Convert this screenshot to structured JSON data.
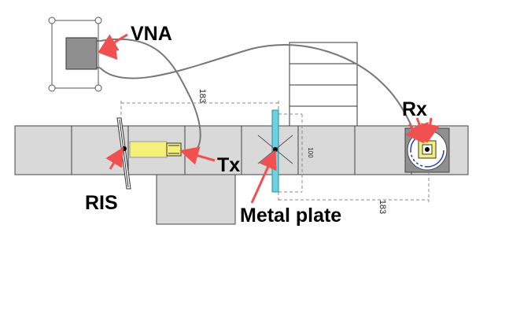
{
  "labels": {
    "vna": "VNA",
    "rx": "Rx",
    "tx": "Tx",
    "ris": "RIS",
    "metal_plate": "Metal plate"
  },
  "dimensions": {
    "ris_to_plate": "183",
    "plate_to_rx": "183",
    "plate_width": "100"
  },
  "colors": {
    "arrow": "#f05050",
    "plate": "#6ad2e0",
    "antenna": "#f5f07a",
    "table": "#d9d9d9",
    "rx_mount": "#1e3cc8"
  }
}
